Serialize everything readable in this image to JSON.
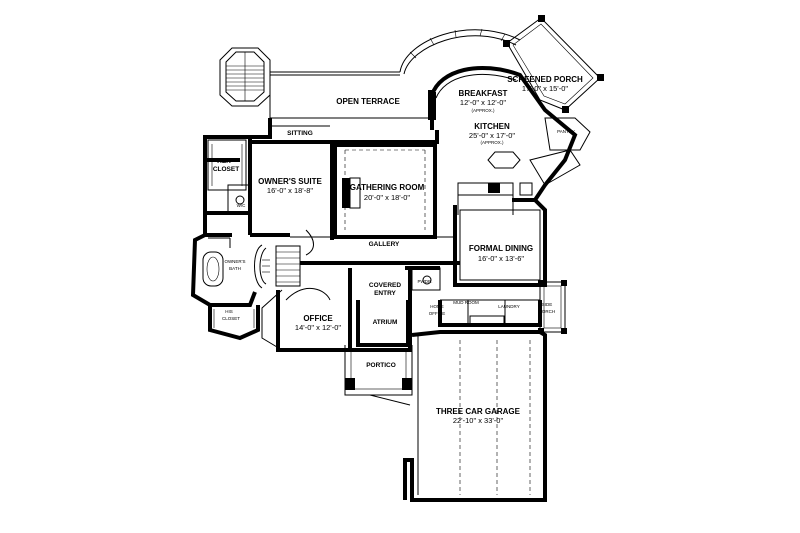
{
  "rooms": {
    "screened_porch": {
      "name": "SCREENED PORCH",
      "dims": "17'-0\" x 15'-0\""
    },
    "breakfast": {
      "name": "BREAKFAST",
      "dims": "12'-0\" x 12'-0\"",
      "note": "(APPROX.)"
    },
    "kitchen": {
      "name": "KITCHEN",
      "dims": "25'-0\" x 17'-0\"",
      "note": "(APPROX.)"
    },
    "pantry": {
      "name": "PANTRY"
    },
    "open_terrace": {
      "name": "OPEN TERRACE"
    },
    "sitting": {
      "name": "SITTING"
    },
    "her_closet": {
      "line1": "HER",
      "line2": "CLOSET"
    },
    "wc": {
      "name": "W/C"
    },
    "owners_suite": {
      "name": "OWNER'S SUITE",
      "dims": "16'-0\" x 18'-8\""
    },
    "gathering_room": {
      "name": "GATHERING ROOM",
      "dims": "20'-0\" x 18'-0\""
    },
    "gallery": {
      "name": "GALLERY"
    },
    "formal_dining": {
      "name": "FORMAL DINING",
      "dims": "16'-0\" x 13'-6\""
    },
    "owners_bath": {
      "line1": "OWNER'S",
      "line2": "BATH"
    },
    "his_closet": {
      "line1": "HIS",
      "line2": "CLOSET"
    },
    "office": {
      "name": "OFFICE",
      "dims": "14'-0\" x 12'-0\""
    },
    "covered_entry": {
      "line1": "COVERED",
      "line2": "ENTRY"
    },
    "pwdr": {
      "name": "PWDR."
    },
    "mud_room": {
      "name": "MUD ROOM"
    },
    "laundry": {
      "name": "LAUNDRY"
    },
    "side_porch": {
      "line1": "SIDE",
      "line2": "PORCH"
    },
    "home_office": {
      "line1": "HOME",
      "line2": "OFFICE"
    },
    "atrium": {
      "name": "ATRIUM"
    },
    "portico": {
      "name": "PORTICO"
    },
    "three_car_garage": {
      "name": "THREE CAR GARAGE",
      "dims": "22'-10\" x 33'-0\""
    }
  }
}
